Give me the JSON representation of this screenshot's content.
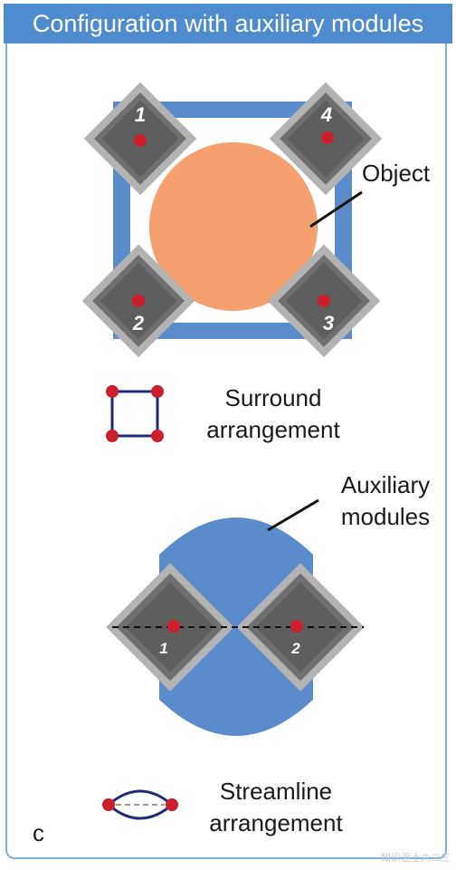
{
  "title": "Configuration with auxiliary modules",
  "surround": {
    "modules": [
      "1",
      "4",
      "2",
      "3"
    ],
    "object_label": "Object",
    "arrangement_label_line1": "Surround",
    "arrangement_label_line2": "arrangement"
  },
  "streamline": {
    "modules": [
      "1",
      "2"
    ],
    "auxiliary_label_line1": "Auxiliary",
    "auxiliary_label_line2": "modules",
    "arrangement_label_line1": "Streamline",
    "arrangement_label_line2": "arrangement"
  },
  "panel_letter": "c",
  "watermark": "知识混土六二三",
  "colors": {
    "title_bar": "#4e8bcf",
    "frame_blue": "#5a8ccb",
    "object_orange": "#f5a06e",
    "module_outer": "#b3b3b3",
    "module_inner": "#6b6b6b",
    "sensor_red": "#cc1f2b",
    "arrangement_line": "#1f2a78"
  }
}
